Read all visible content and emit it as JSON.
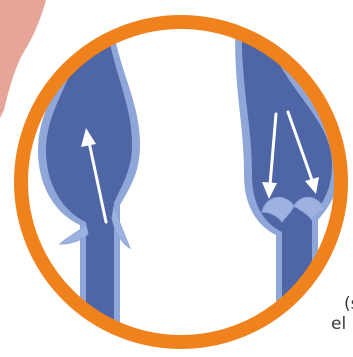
{
  "colors": {
    "ring": "#f0821e",
    "vein_fill": "#4e65a6",
    "vein_edge": "#8fa6d8",
    "valve": "#9db2e0",
    "arrow": "#ffffff",
    "corner_blob": "#e7a59a",
    "background": "#ffffff"
  },
  "left_vein": {
    "valve_state": "open",
    "flow_arrows": 1
  },
  "right_vein": {
    "valve_state": "closed",
    "flow_arrows": 2
  },
  "caption": {
    "line1": "(s",
    "line2": "el"
  }
}
